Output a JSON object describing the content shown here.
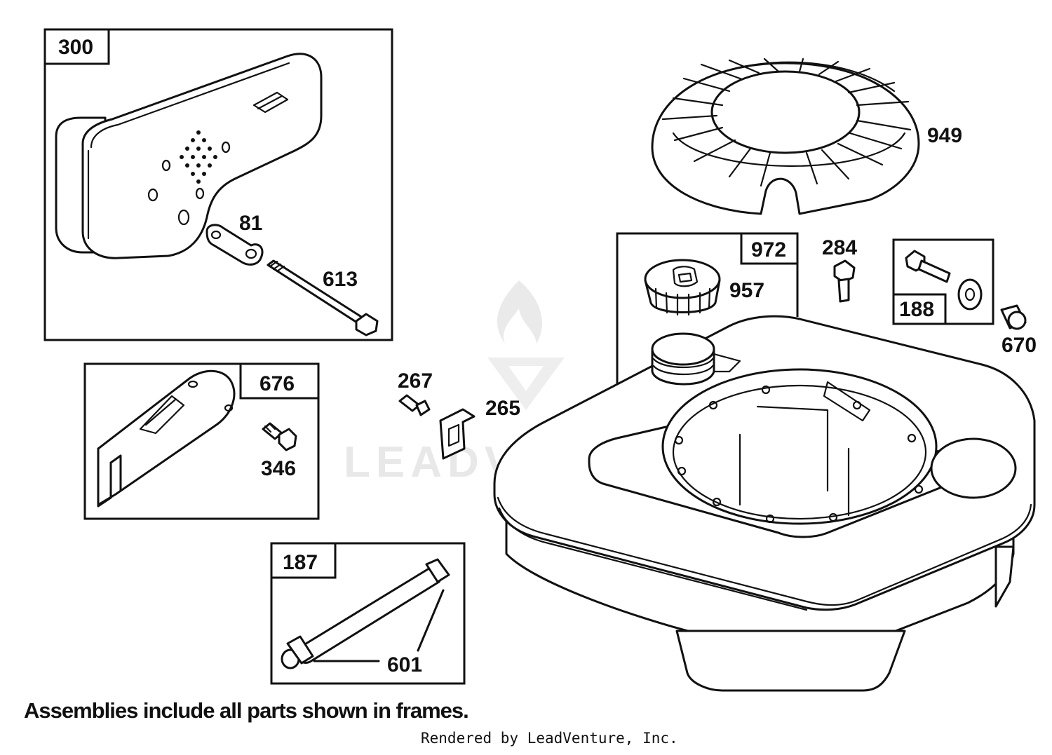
{
  "frames": {
    "f300": "300",
    "f676": "676",
    "f187": "187",
    "f972": "972",
    "f188": "188"
  },
  "parts": {
    "p81": "81",
    "p613": "613",
    "p346": "346",
    "p267": "267",
    "p265": "265",
    "p601": "601",
    "p949": "949",
    "p957": "957",
    "p284": "284",
    "p670": "670"
  },
  "note": "Assemblies include all parts shown in frames.",
  "credit": "Rendered by LeadVenture, Inc.",
  "watermark": "LEADVENTURE"
}
